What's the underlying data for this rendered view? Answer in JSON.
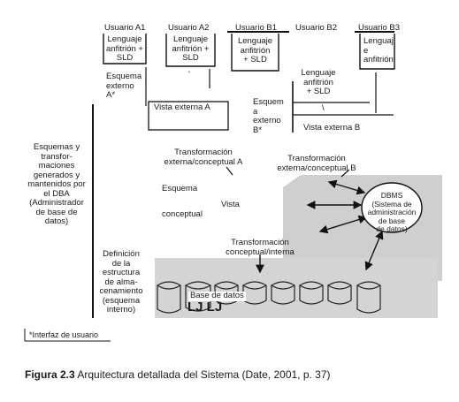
{
  "users": {
    "a1": "Usuario A1",
    "a2": "Usuario A2",
    "b1": "Usuario B1",
    "b2": "Usuario B2",
    "b3": "Usuario B3"
  },
  "host_lang": {
    "a1": [
      "Lenguaje",
      "anfitrión +",
      "SLD"
    ],
    "a2": [
      "Lenguaje",
      "anfitrión +",
      "SLD"
    ],
    "b1": [
      "Lenguaje",
      "anfitrión",
      "+ SLD"
    ],
    "b2": [
      "Lenguaje",
      "anfitrión",
      "+ SLD"
    ],
    "b3": [
      "Lenguaj",
      "e",
      "anfitrión"
    ]
  },
  "marks": {
    "apostrophe": "'",
    "slash": "\\"
  },
  "esquema_externo_a": [
    "Esquema",
    "externo",
    "A*"
  ],
  "esquema_externo_b": [
    "Esquem",
    "a",
    "externo",
    "B*"
  ],
  "vista_externa_a": "Vista externa A",
  "vista_externa_b": "Vista externa B",
  "left_label": [
    "Esquemas y",
    "transfor-",
    "maciones",
    "generados y",
    "mantenidos por",
    "el DBA",
    "(Administrador",
    "de base de",
    "datos)"
  ],
  "transform_ec_a": [
    "Transformación",
    "externa/conceptual A"
  ],
  "transform_ec_b": [
    "Transformación",
    "externa/conceptual B"
  ],
  "esquema_conceptual": [
    "Esquema",
    "conceptual"
  ],
  "vista_conceptual": "Vista",
  "dbms": [
    "DBMS",
    "(Sistema de",
    "administración",
    "de base",
    "de datos)"
  ],
  "transform_ci": [
    "Transformación",
    "conceptual/interna"
  ],
  "storage_def": [
    "Definición",
    "de la",
    "estructura",
    "de alma-",
    "cenamiento",
    "(esquema",
    "interno)"
  ],
  "base_de_datos": "Base de datos",
  "lj": "LJ LJ",
  "footnote": "*Interfaz de usuario",
  "caption": {
    "label": "Figura 2.3",
    "text": " Arquitectura detallada del Sistema (Date, 2001, p. 37)"
  }
}
